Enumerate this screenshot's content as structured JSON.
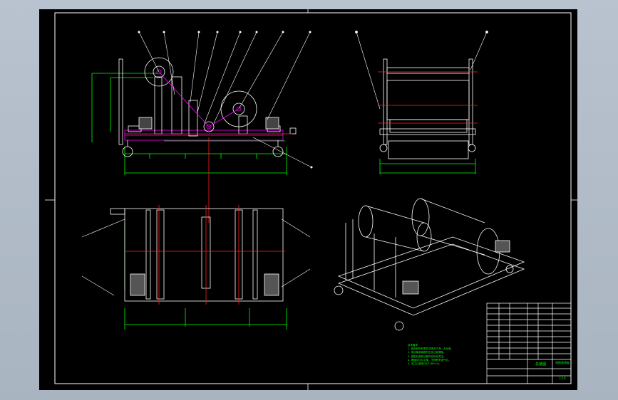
{
  "colors": {
    "background": "#000000",
    "frame": "#ffffff",
    "dimension": "#00ff00",
    "centerline": "#ff2020",
    "highlight": "#ff00ff",
    "part": "#ffffff",
    "motor": "#c8c8c8",
    "leader": "#ffffff"
  },
  "views": {
    "front": "front-view",
    "side": "side-view",
    "top": "top-view",
    "iso": "isometric-view"
  },
  "notes": {
    "heading": "技术要求",
    "lines": [
      "1. 装配前所有零件须清洗干净，去毛刺。",
      "2. 滚动轴承装配时应加注润滑脂。",
      "3. 装配后各转动部件应转动灵活。",
      "4. 焊缝应均匀平整，不得有夹渣气孔。",
      "5. 未注公差按GB/T1804-m。"
    ]
  },
  "title_block": {
    "title": "总装图",
    "drawing_no": "电缆放线架",
    "scale": "1:10"
  }
}
